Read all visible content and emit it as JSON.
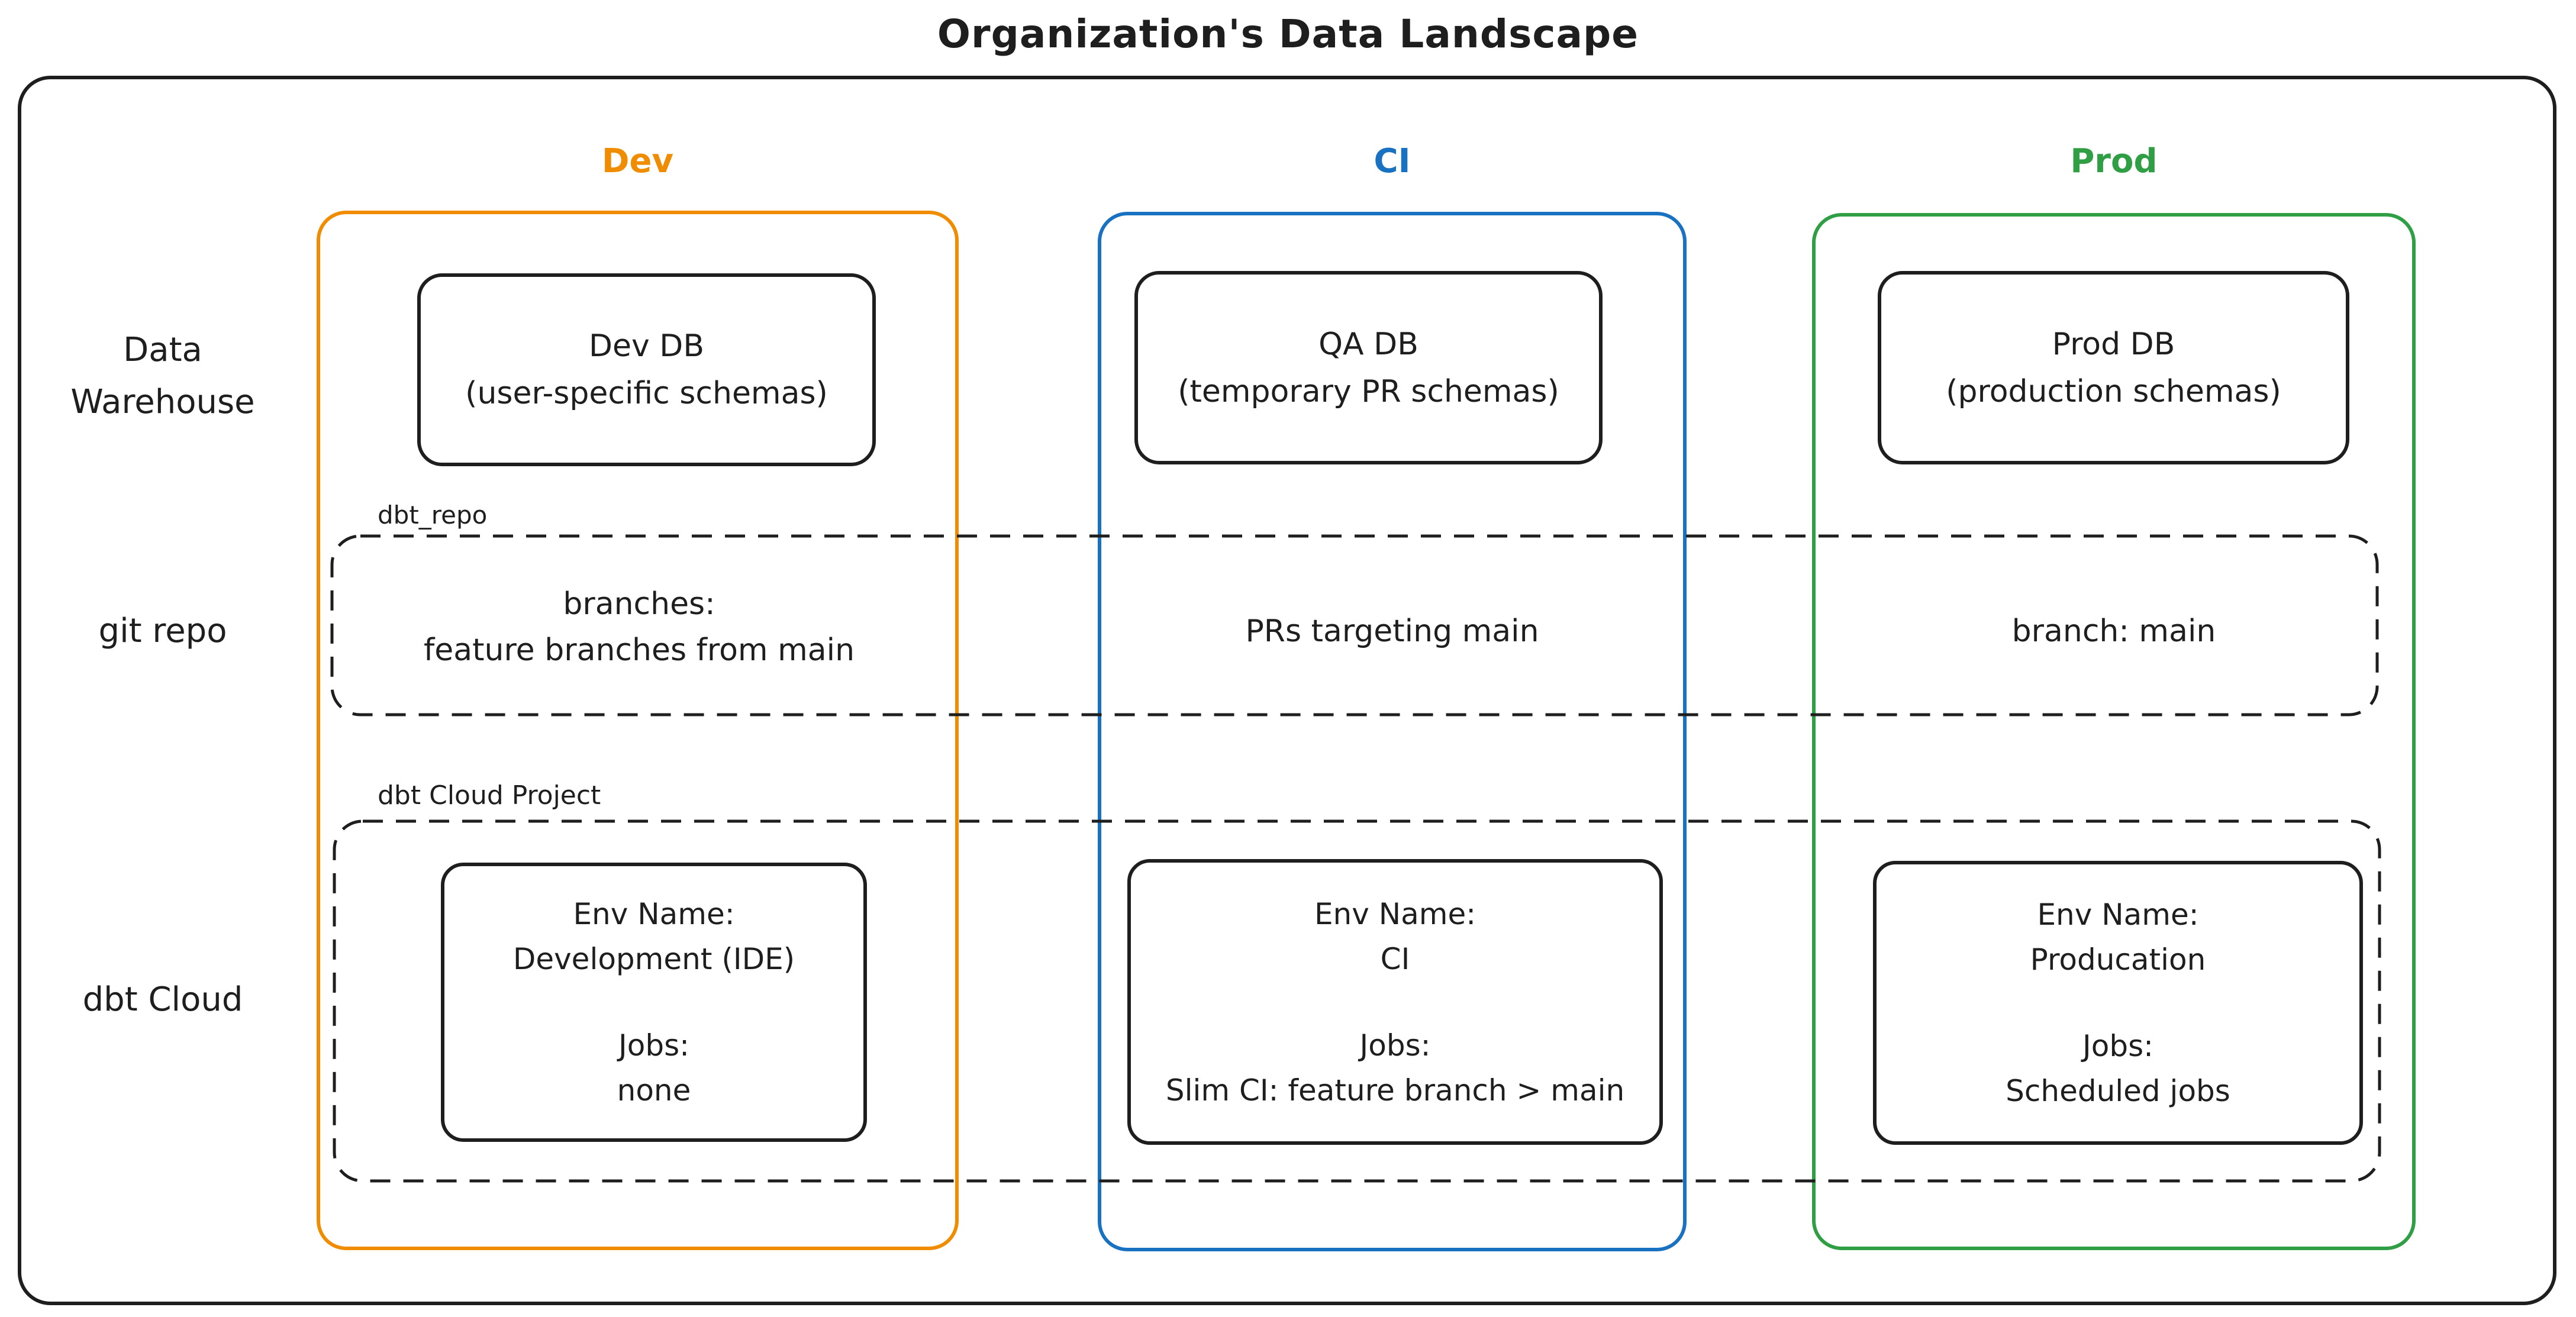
{
  "title": "Organization's Data Landscape",
  "columns": {
    "dev": {
      "label": "Dev",
      "color": "#f08c00"
    },
    "ci": {
      "label": "CI",
      "color": "#1971c2"
    },
    "prod": {
      "label": "Prod",
      "color": "#2f9e44"
    }
  },
  "row_labels": {
    "warehouse": {
      "line1": "Data",
      "line2": "Warehouse"
    },
    "git": {
      "line1": "git repo"
    },
    "dbt": {
      "line1": "dbt Cloud"
    }
  },
  "warehouse_row": {
    "dev": {
      "line1": "Dev DB",
      "line2": "(user-specific schemas)"
    },
    "ci": {
      "line1": "QA DB",
      "line2": "(temporary PR schemas)"
    },
    "prod": {
      "line1": "Prod DB",
      "line2": "(production schemas)"
    }
  },
  "git_row": {
    "container_label": "dbt_repo",
    "dev": {
      "line1": "branches:",
      "line2": "feature branches from main"
    },
    "ci": {
      "line1": "PRs targeting main"
    },
    "prod": {
      "line1": "branch: main"
    }
  },
  "dbt_row": {
    "container_label": "dbt Cloud Project",
    "dev": {
      "env_label": "Env Name:",
      "env_value": "Development (IDE)",
      "jobs_label": "Jobs:",
      "jobs_value": "none"
    },
    "ci": {
      "env_label": "Env Name:",
      "env_value": "CI",
      "jobs_label": "Jobs:",
      "jobs_value": "Slim CI: feature branch > main"
    },
    "prod": {
      "env_label": "Env Name:",
      "env_value": "Producation",
      "jobs_label": "Jobs:",
      "jobs_value": "Scheduled jobs"
    }
  },
  "ink_color": "#1e1e1e"
}
